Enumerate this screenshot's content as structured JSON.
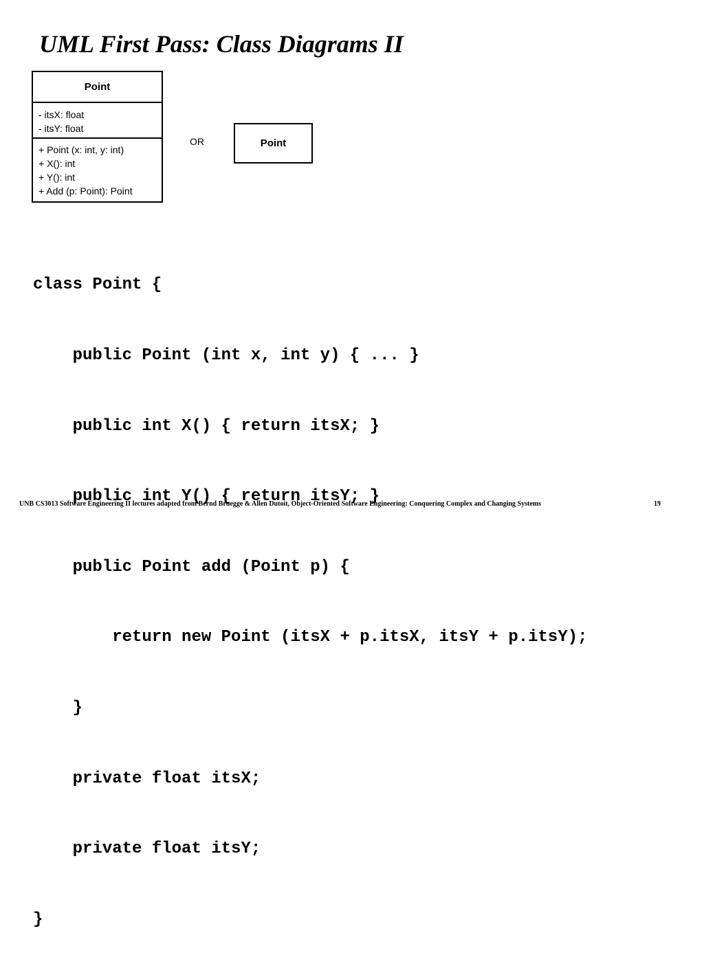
{
  "slide": {
    "title": "UML First Pass: Class Diagrams II",
    "page_number": "19",
    "footer": "UNB CS3013 Software Engineering II lectures adapted from Bernd Bruegge & Allen Dutoit, Object-Oriented Software Engineering: Conquering Complex and Changing Systems"
  },
  "uml_detailed": {
    "name": "Point",
    "attributes": [
      "- itsX: float",
      "- itsY: float"
    ],
    "operations": [
      "+ Point (x: int, y: int)",
      "+ X(): int",
      "+ Y(): int",
      "+ Add (p: Point): Point"
    ]
  },
  "or_label": "OR",
  "uml_compact": {
    "name": "Point"
  },
  "code": [
    "class Point {",
    "    public Point (int x, int y) { ... }",
    "    public int X() { return itsX; }",
    "    public int Y() { return itsY; }",
    "    public Point add (Point p) {",
    "        return new Point (itsX + p.itsX, itsY + p.itsY);",
    "    }",
    "    private float itsX;",
    "    private float itsY;",
    "}"
  ]
}
